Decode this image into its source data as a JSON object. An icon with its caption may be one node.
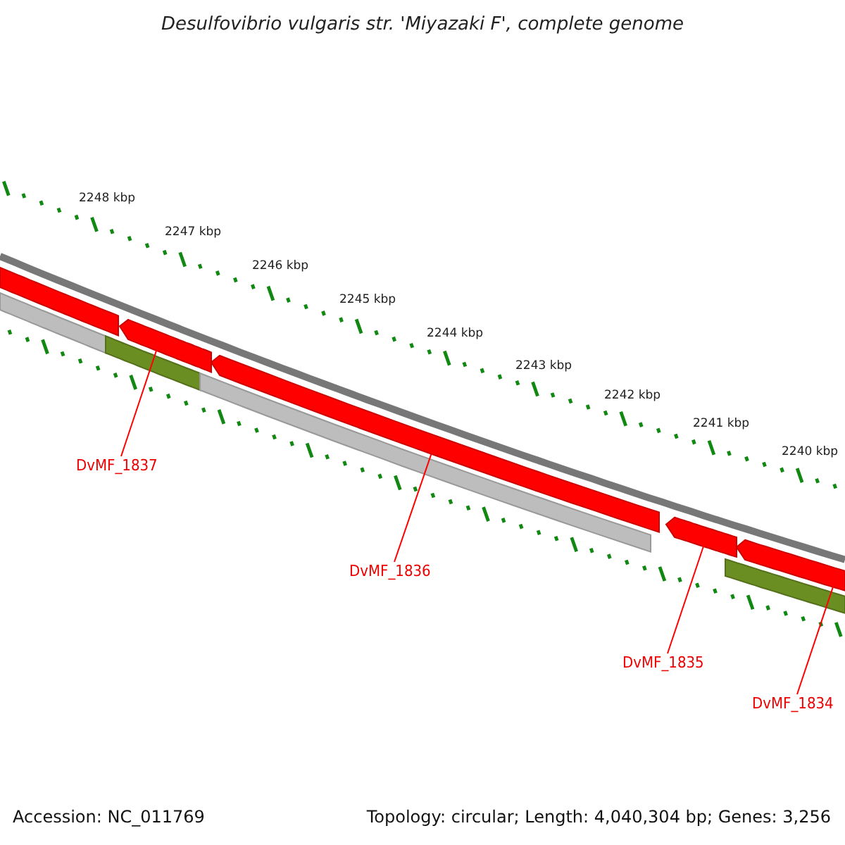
{
  "diagram": {
    "title": "Desulfovibrio vulgaris str. 'Miyazaki F', complete genome",
    "nodes": [
      {
        "text": [
          "DvMF_1837"
        ]
      },
      {
        "text": [
          "DvMF_1836"
        ]
      },
      {
        "text": [
          "DvMF_1835"
        ]
      },
      {
        "text": [
          "DvMF_1834"
        ]
      },
      {
        "text": [],
        "shape": "bar"
      },
      {
        "text": [],
        "shape": "bar"
      },
      {
        "text": [],
        "shape": "bar"
      },
      {
        "text": [],
        "shape": "bar"
      },
      {
        "text": [],
        "shape": "bar"
      },
      {
        "text": [],
        "shape": "bar"
      },
      {
        "text": [],
        "shape": "bar"
      },
      {
        "text": [],
        "shape": "bar"
      },
      {
        "text": [],
        "shape": "bar"
      }
    ],
    "edges": [
      {
        "from": 0,
        "to": 4,
        "arrow": "none"
      },
      {
        "from": 1,
        "to": 5,
        "arrow": "none"
      },
      {
        "from": 2,
        "to": 6,
        "arrow": "none"
      },
      {
        "from": 3,
        "to": 7,
        "arrow": "none"
      }
    ],
    "labels": [
      "2248 kbp",
      "2247 kbp",
      "2246 kbp",
      "2245 kbp",
      "2244 kbp",
      "2243 kbp",
      "2242 kbp",
      "2241 kbp",
      "2240 kbp",
      "Accession: NC_011769",
      "Topology: circular; Length: 4,040,304 bp; Genes: 3,256"
    ]
  }
}
